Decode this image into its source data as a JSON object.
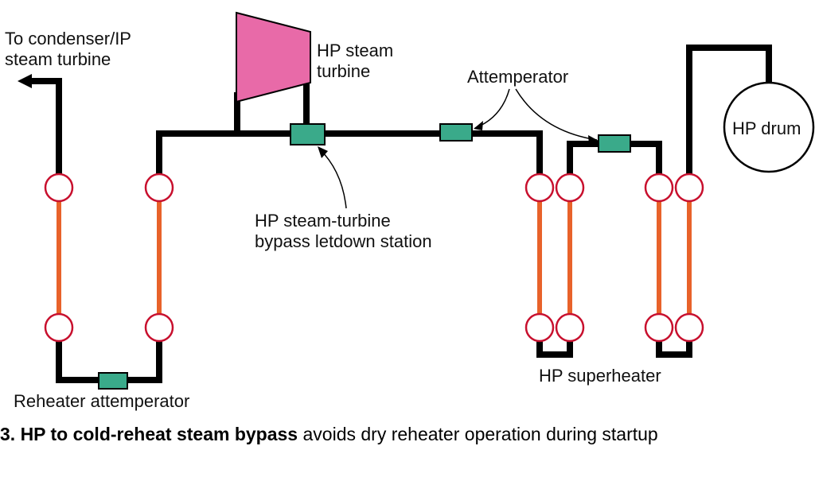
{
  "labels": {
    "condenser_line1": "To condenser/IP",
    "condenser_line2": "steam turbine",
    "hp_turbine_line1": "HP steam",
    "hp_turbine_line2": "turbine",
    "attemperator": "Attemperator",
    "hp_drum": "HP drum",
    "bypass_line1": "HP steam-turbine",
    "bypass_line2": "bypass letdown station",
    "reheater_attemperator": "Reheater attemperator",
    "hp_superheater": "HP superheater"
  },
  "caption": {
    "bold": "3. HP to cold-reheat steam bypass",
    "rest": " avoids dry reheater operation during startup"
  },
  "colors": {
    "pipe": "#000000",
    "tube": "#e8622a",
    "header_outline": "#c8102e",
    "valve": "#3aaa8a",
    "turbine": "#e86aa8",
    "text": "#111111"
  }
}
